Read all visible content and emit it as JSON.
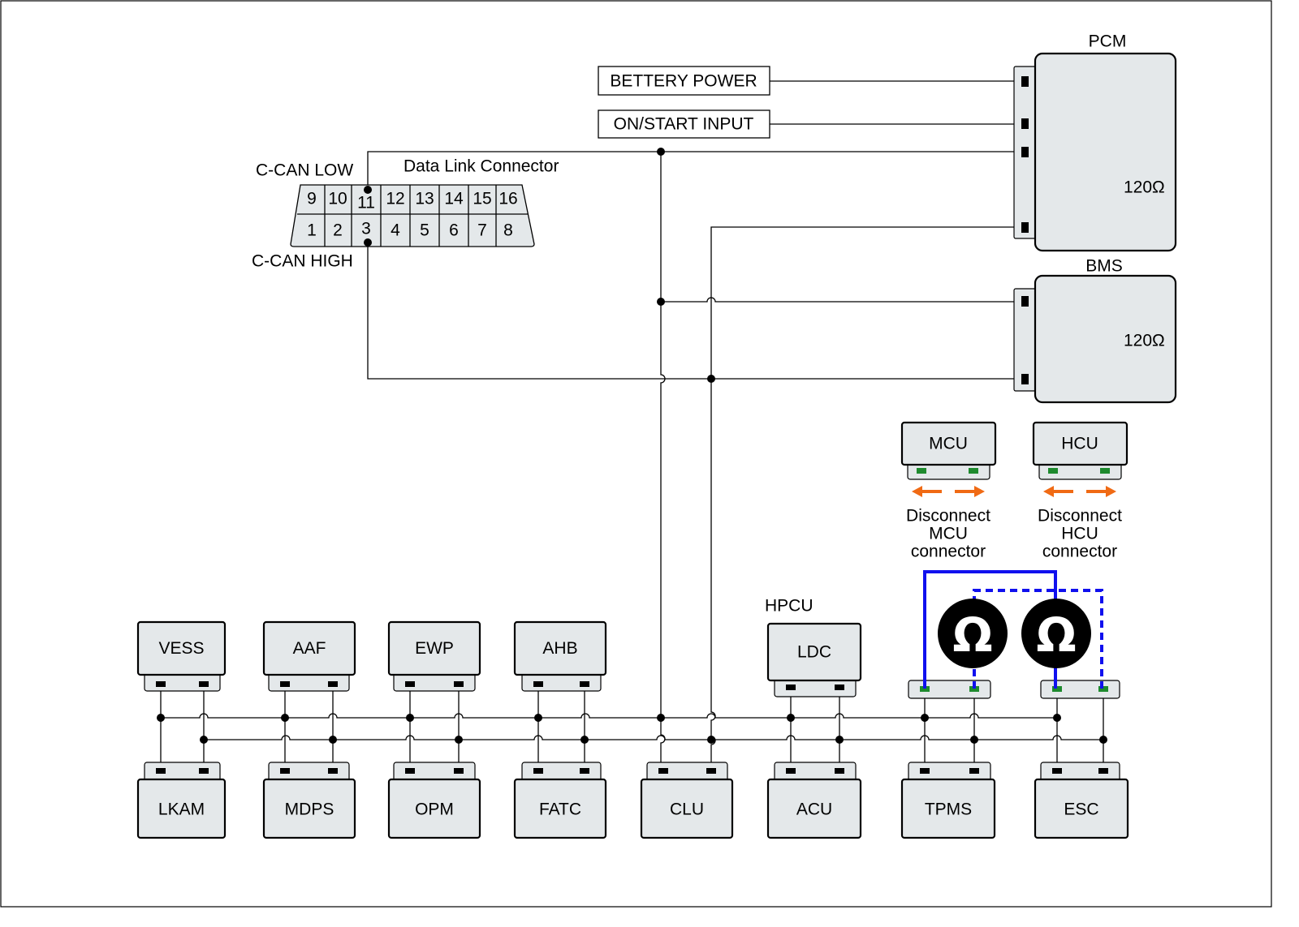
{
  "title_labels": {
    "c_can_low": "C-CAN LOW",
    "c_can_high": "C-CAN HIGH",
    "dlc": "Data Link Connector",
    "hpcu": "HPCU"
  },
  "inputs": {
    "battery_power": "BETTERY POWER",
    "on_start_input": "ON/START INPUT"
  },
  "dlc_pins": {
    "top": [
      "9",
      "10",
      "11",
      "12",
      "13",
      "14",
      "15",
      "16"
    ],
    "bottom": [
      "1",
      "2",
      "3",
      "4",
      "5",
      "6",
      "7",
      "8"
    ]
  },
  "pcm": {
    "name": "PCM",
    "resistor": "120Ω"
  },
  "bms": {
    "name": "BMS",
    "resistor": "120Ω"
  },
  "top_modules": [
    "VESS",
    "AAF",
    "EWP",
    "AHB",
    "LDC"
  ],
  "bottom_modules": [
    "LKAM",
    "MDPS",
    "OPM",
    "FATC",
    "CLU",
    "ACU",
    "TPMS",
    "ESC"
  ],
  "disconnect_modules": [
    {
      "name": "MCU",
      "note_lines": [
        "Disconnect",
        "MCU",
        "connector"
      ]
    },
    {
      "name": "HCU",
      "note_lines": [
        "Disconnect",
        "HCU",
        "connector"
      ]
    }
  ],
  "meter_symbol": "Ω",
  "colors": {
    "module_fill": "#e4e8ea",
    "measurement_wire": "#1010ee",
    "arrow": "#f06a14",
    "pin_green": "#1e8a2e"
  }
}
